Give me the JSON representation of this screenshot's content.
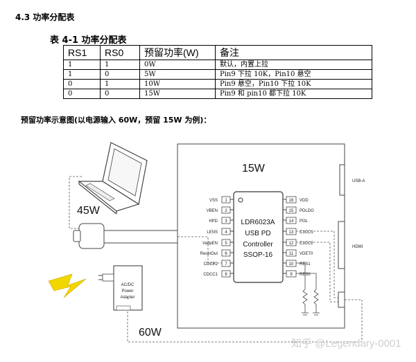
{
  "section_title": "4.3 功率分配表",
  "table": {
    "caption": "表 4-1 功率分配表",
    "headers": [
      "RS1",
      "RS0",
      "预留功率(W)",
      "备注"
    ],
    "rows": [
      [
        "1",
        "1",
        "0W",
        "默认，内置上拉"
      ],
      [
        "1",
        "0",
        "5W",
        "Pin9 下拉 10K，Pin10 悬空"
      ],
      [
        "0",
        "1",
        "10W",
        "Pin9 悬空，Pin10 下拉 10K"
      ],
      [
        "0",
        "0",
        "15W",
        "Pin9 和 pin10 都下拉 10K"
      ]
    ]
  },
  "example_title": "预留功率示意图(以电源输入 60W，预留 15W 为例)：",
  "diagram": {
    "reserved_power": "15W",
    "laptop_power": "45W",
    "input_power": "60W",
    "adapter_label": [
      "AC/DC",
      "Power",
      "Adapter"
    ],
    "chip_label": [
      "LDR6023A",
      "USB PD",
      "Controller",
      "SSOP-16"
    ],
    "port_usba": "USB-A",
    "port_hdmi": "HDMI",
    "left_pins": [
      {
        "num": "1",
        "name": "VSS"
      },
      {
        "num": "2",
        "name": "VBEN"
      },
      {
        "num": "3",
        "name": "HPD"
      },
      {
        "num": "4",
        "name": "LENS"
      },
      {
        "num": "5",
        "name": "VadpEN"
      },
      {
        "num": "6",
        "name": "ResetOut"
      },
      {
        "num": "7",
        "name": "CDCE2"
      },
      {
        "num": "8",
        "name": "CDCC1"
      }
    ],
    "right_pins": [
      {
        "num": "16",
        "name": "VDD"
      },
      {
        "num": "15",
        "name": "PDLDO"
      },
      {
        "num": "14",
        "name": "POL"
      },
      {
        "num": "13",
        "name": "C1CC1"
      },
      {
        "num": "12",
        "name": "C1CC2"
      },
      {
        "num": "11",
        "name": "VDET0"
      },
      {
        "num": "10",
        "name": "RES1"
      },
      {
        "num": "9",
        "name": "RES0"
      }
    ],
    "colors": {
      "lightning": "#f2d600",
      "line": "#333333",
      "bg": "#ffffff"
    }
  },
  "watermark": "知乎 @Legendary-0001"
}
